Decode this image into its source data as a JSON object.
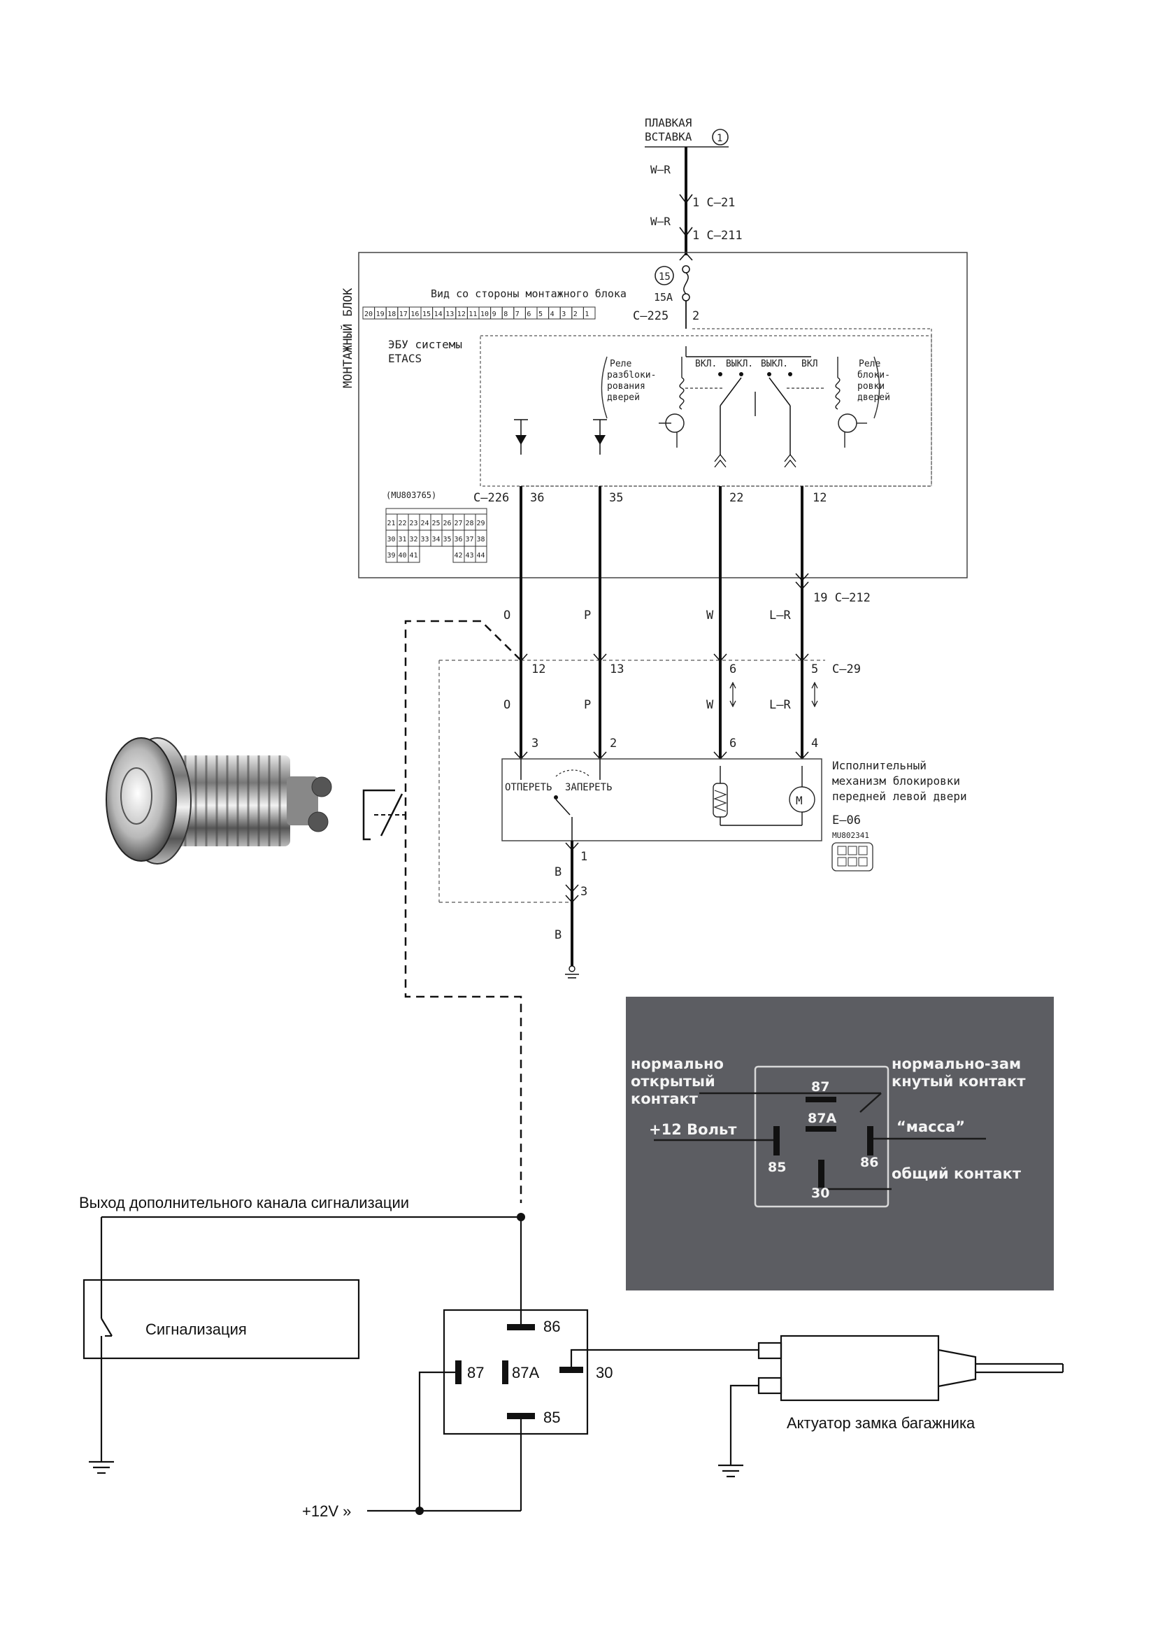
{
  "top": {
    "fuse_label_1": "ПЛАВКАЯ",
    "fuse_label_2": "ВСТАВКА",
    "fuse_number": "1",
    "wire_top_1": "W–R",
    "conn_1": "1 C–21",
    "wire_top_2": "W–R",
    "conn_2": "1 C–211"
  },
  "montage_block": {
    "side_title": "МОНТАЖНЫЙ БЛОК",
    "fuse_circle": "15",
    "fuse_rating": "15A",
    "view_caption": "Вид со стороны монтажного блока",
    "c225_pins": [
      "20",
      "19",
      "18",
      "17",
      "16",
      "15",
      "14",
      "13",
      "12",
      "11",
      "10",
      "9",
      "8",
      "7",
      "6",
      "5",
      "4",
      "3",
      "2",
      "1"
    ],
    "c225_label": "C–225",
    "c225_pin": "2",
    "ecu_title_1": "ЭБУ системы",
    "ecu_title_2": "ETACS",
    "relay_unlock": [
      "Реле",
      "разбloки-",
      "рования",
      "дверей"
    ],
    "relay_lock": [
      "Реле",
      "блоки-",
      "ровки",
      "дверей"
    ],
    "switch_on_left": "ВКЛ.",
    "switch_off_left": "ВЫКЛ.",
    "switch_off_right": "ВЫКЛ.",
    "switch_on_right": "ВКЛ",
    "c226_part": "(MU803765)",
    "c226_label": "C–226",
    "c226_rows": [
      [
        "21",
        "22",
        "23",
        "24",
        "25",
        "26",
        "27",
        "28",
        "29"
      ],
      [
        "30",
        "31",
        "32",
        "33",
        "34",
        "35",
        "36",
        "37",
        "38"
      ],
      [
        "39",
        "40",
        "41",
        "",
        "",
        "",
        "42",
        "43",
        "44"
      ]
    ],
    "pins": [
      "36",
      "35",
      "22",
      "12"
    ]
  },
  "harness": {
    "c212": "19 C–212",
    "wire_colors_upper": [
      "O",
      "P",
      "W",
      "L–R"
    ],
    "c29_pins": [
      "12",
      "13",
      "6",
      "5"
    ],
    "c29_label": "C–29",
    "wire_colors_lower": [
      "O",
      "P",
      "W",
      "L–R"
    ],
    "actuator_pins": [
      "3",
      "2",
      "6",
      "4"
    ]
  },
  "actuator": {
    "title_1": "Исполнительный",
    "title_2": "механизм блокировки",
    "title_3": "передней левой двери",
    "unlock": "ОТПЕРЕТЬ",
    "lock": "ЗАПЕРЕТЬ",
    "connector": "E–06",
    "part": "MU802341",
    "ground_pin_1": "1",
    "ground_wire_1": "B",
    "ground_pin_2": "3",
    "ground_wire_2": "B"
  },
  "relay_photo": {
    "no_1": "нормально",
    "no_2": "открытый",
    "no_3": "контакт",
    "nc_1": "нормально-зам",
    "nc_2": "кнутый контакт",
    "plus12": "+12 Вольт",
    "ground": "“масса”",
    "common": "общий контакт",
    "p87": "87",
    "p87a": "87A",
    "p85": "85",
    "p86": "86",
    "p30": "30"
  },
  "bottom": {
    "alarm_output": "Выход дополнительного канала сигнализации",
    "alarm": "Сигнализация",
    "pin86": "86",
    "pin87": "87",
    "pin87a": "87A",
    "pin30": "30",
    "pin85": "85",
    "supply": "+12V »",
    "trunk_actuator": "Актуатор замка багажника"
  },
  "colors": {
    "line": "#1a1a1a",
    "panel_bg": "#5c5d62",
    "panel_text": "#f4f4f4"
  }
}
